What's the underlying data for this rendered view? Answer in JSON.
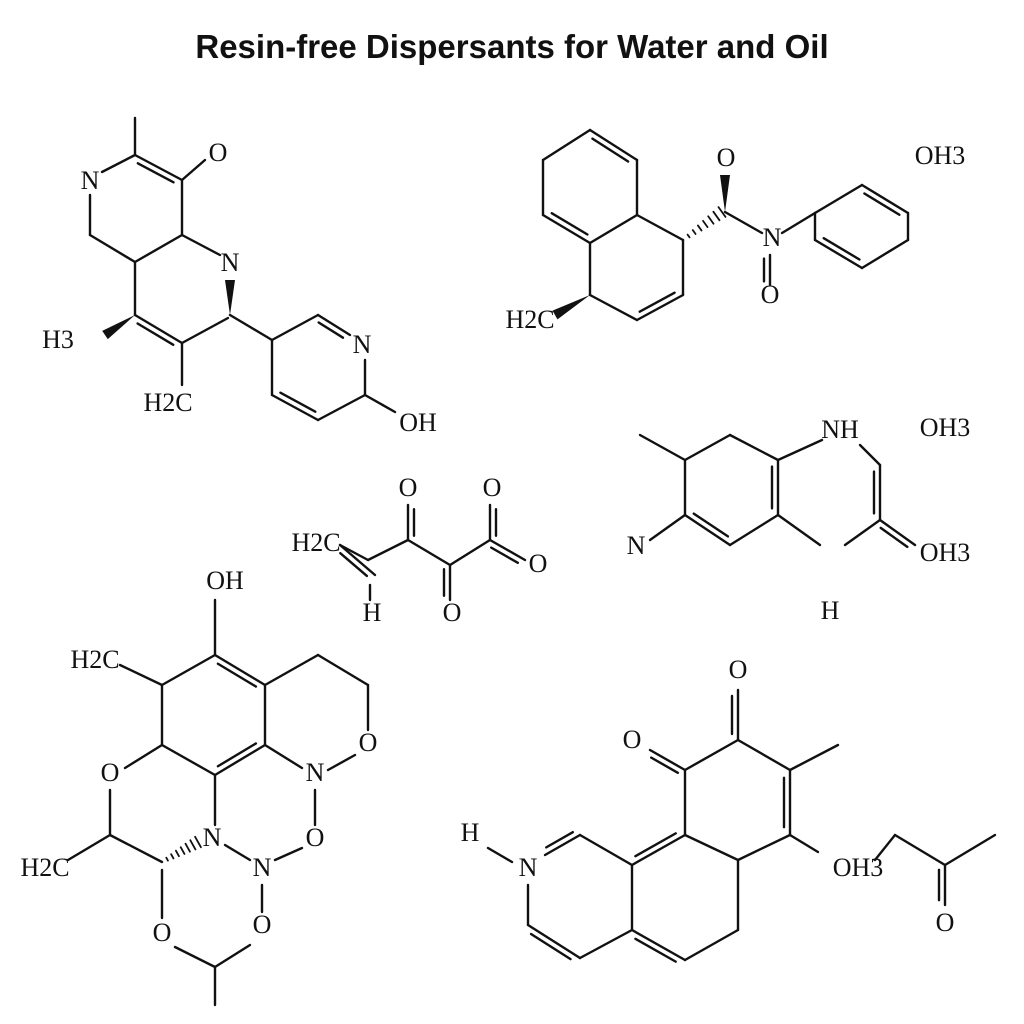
{
  "title": "Resin-free Dispersants for Water and Oil",
  "molecules": [
    {
      "labels": [
        "N",
        "O",
        "N",
        "H3",
        "H2C",
        "N",
        "OH"
      ]
    },
    {
      "labels": [
        "O",
        "OH3",
        "N",
        "O",
        "H2C"
      ]
    },
    {
      "labels": [
        "H2C",
        "H",
        "O",
        "O",
        "O",
        "O"
      ]
    },
    {
      "labels": [
        "NH",
        "OH3",
        "N",
        "OH3",
        "H"
      ]
    },
    {
      "labels": [
        "OH",
        "H2C",
        "O",
        "N",
        "O",
        "H2C",
        "N",
        "N",
        "O",
        "O",
        "O"
      ]
    },
    {
      "labels": [
        "O",
        "O",
        "H",
        "N",
        "OH3",
        "O"
      ]
    }
  ]
}
